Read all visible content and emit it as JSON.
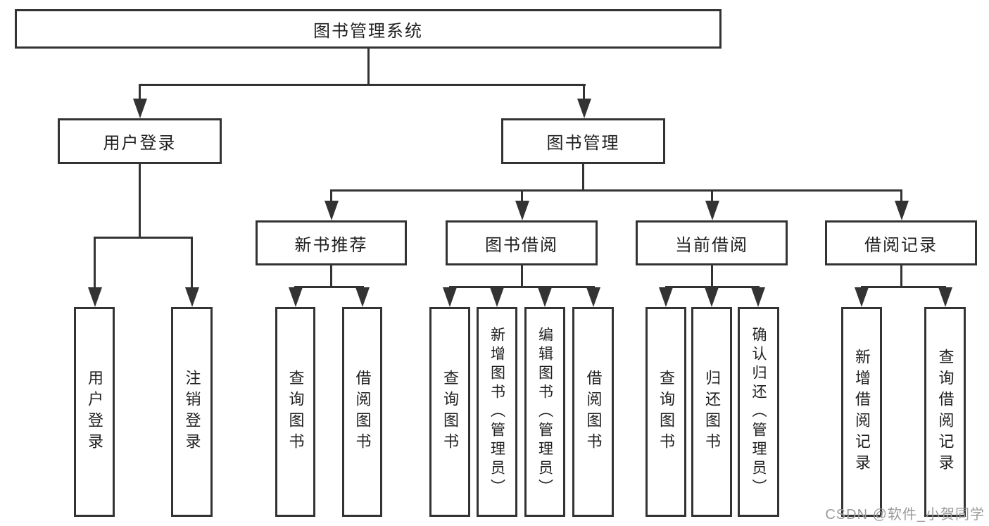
{
  "nodes": {
    "root": "图书管理系统",
    "user_login": "用户登录",
    "book_management": "图书管理",
    "new_book_recommend": "新书推荐",
    "book_borrow": "图书借阅",
    "current_borrow": "当前借阅",
    "borrow_record": "借阅记录"
  },
  "leaves": {
    "user_login": "用户登录",
    "logout": "注销登录",
    "recommend_query_book": "查询图书",
    "recommend_borrow_book": "借阅图书",
    "borrow_query_book": "查询图书",
    "borrow_add_book": "新增图书（管理员）",
    "borrow_edit_book": "编辑图书（管理员）",
    "borrow_borrow_book": "借阅图书",
    "current_query_book": "查询图书",
    "current_return_book": "归还图书",
    "current_confirm_return": "确认归还（管理员）",
    "record_add": "新增借阅记录",
    "record_query": "查询借阅记录"
  },
  "watermark": "CSDN @软件_小贺同学",
  "colors": {
    "line": "#333333",
    "text": "#1f1f1f",
    "background": "#ffffff",
    "watermark": "#9b9b9b"
  }
}
